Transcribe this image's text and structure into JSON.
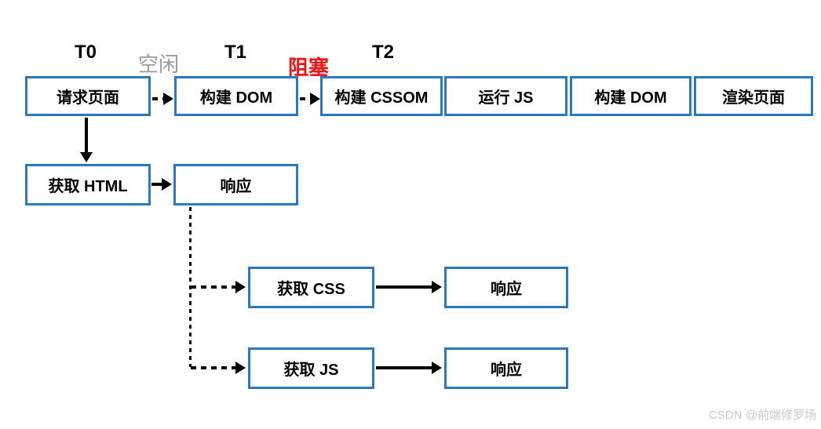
{
  "labels": {
    "t0": "T0",
    "idle": "空闲",
    "t1": "T1",
    "blocked": "阻塞",
    "t2": "T2"
  },
  "boxes": {
    "request_page": "请求页面",
    "build_dom_1": "构建 DOM",
    "build_cssom": "构建 CSSOM",
    "run_js": "运行 JS",
    "build_dom_2": "构建 DOM",
    "render_page": "渲染页面",
    "fetch_html": "获取 HTML",
    "response_html": "响应",
    "fetch_css": "获取 CSS",
    "response_css": "响应",
    "fetch_js": "获取 JS",
    "response_js": "响应"
  },
  "watermark": "CSDN @前端修罗场",
  "colors": {
    "box_border": "#2b78c2",
    "arrow": "#000000",
    "idle_label": "#9a9a9a",
    "blocked_label": "#f31212",
    "watermark": "#c9c9c9"
  }
}
